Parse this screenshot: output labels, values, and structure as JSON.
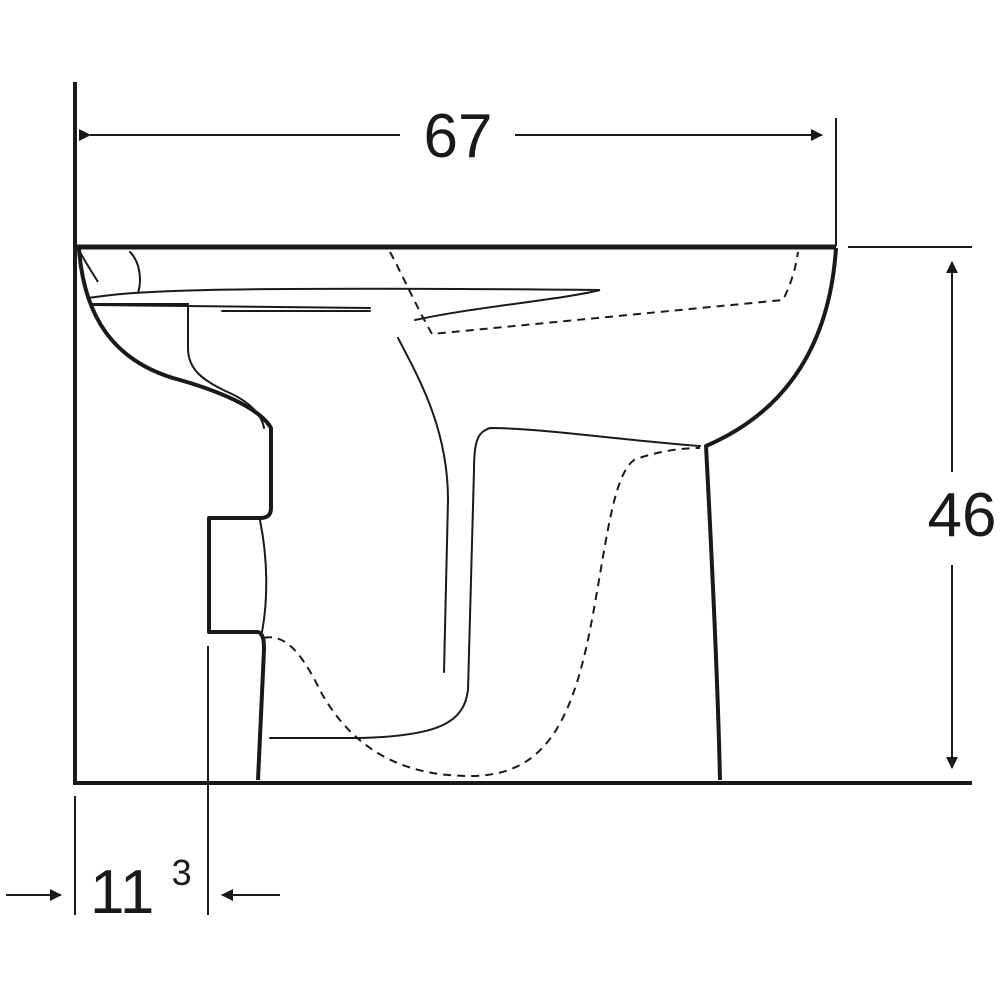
{
  "dimensions": {
    "width": "67",
    "height": "46",
    "outlet_base": "11",
    "outlet_exp": "3"
  },
  "colors": {
    "line": "#1a1a1a",
    "background": "#ffffff"
  }
}
